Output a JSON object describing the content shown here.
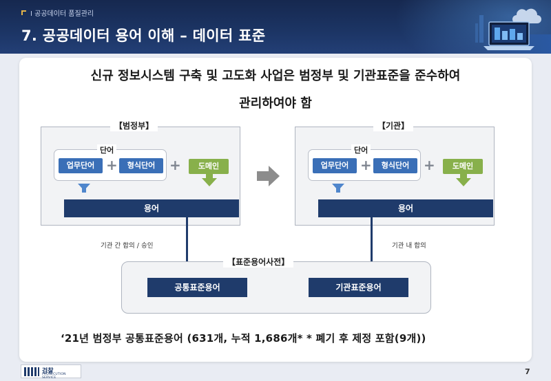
{
  "header": {
    "section_label": "Ⅰ 공공데이터 품질관리",
    "title": "7. 공공데이터 용어 이해  –  데이터 표준"
  },
  "lead": {
    "line1": "신규 정보시스템 구축 및 고도화 사업은 범정부 및 기관표준을 준수하여",
    "line2": "관리하여야 함"
  },
  "left_panel": {
    "title": "【범정부】",
    "word_label": "단어",
    "chip_business": "업무단어",
    "chip_form": "형식단어",
    "chip_domain": "도메인",
    "term": "용어"
  },
  "right_panel": {
    "title": "【기관】",
    "word_label": "단어",
    "chip_business": "업무단어",
    "chip_form": "형식단어",
    "chip_domain": "도메인",
    "term": "용어"
  },
  "connectors": {
    "left_note": "기관 간 합의 / 승인",
    "right_note": "기관 내 합의"
  },
  "dictionary": {
    "title": "【표준용어사전】",
    "common": "공통표준용어",
    "agency": "기관표준용어"
  },
  "footnote": "‘21년 범정부 공통표준용어 (631개, 누적 1,686개*  * 폐기 후 제정 포함(9개))",
  "footer": {
    "logo_name": "검찰",
    "logo_sub": "PROSECUTION SERVICE",
    "page_number": "7"
  },
  "colors": {
    "header_navy": "#1c3565",
    "chip_blue": "#3a6fb7",
    "chip_green": "#88b04b",
    "bar_navy": "#1f3b6b",
    "accent_gold": "#e7b64a"
  }
}
